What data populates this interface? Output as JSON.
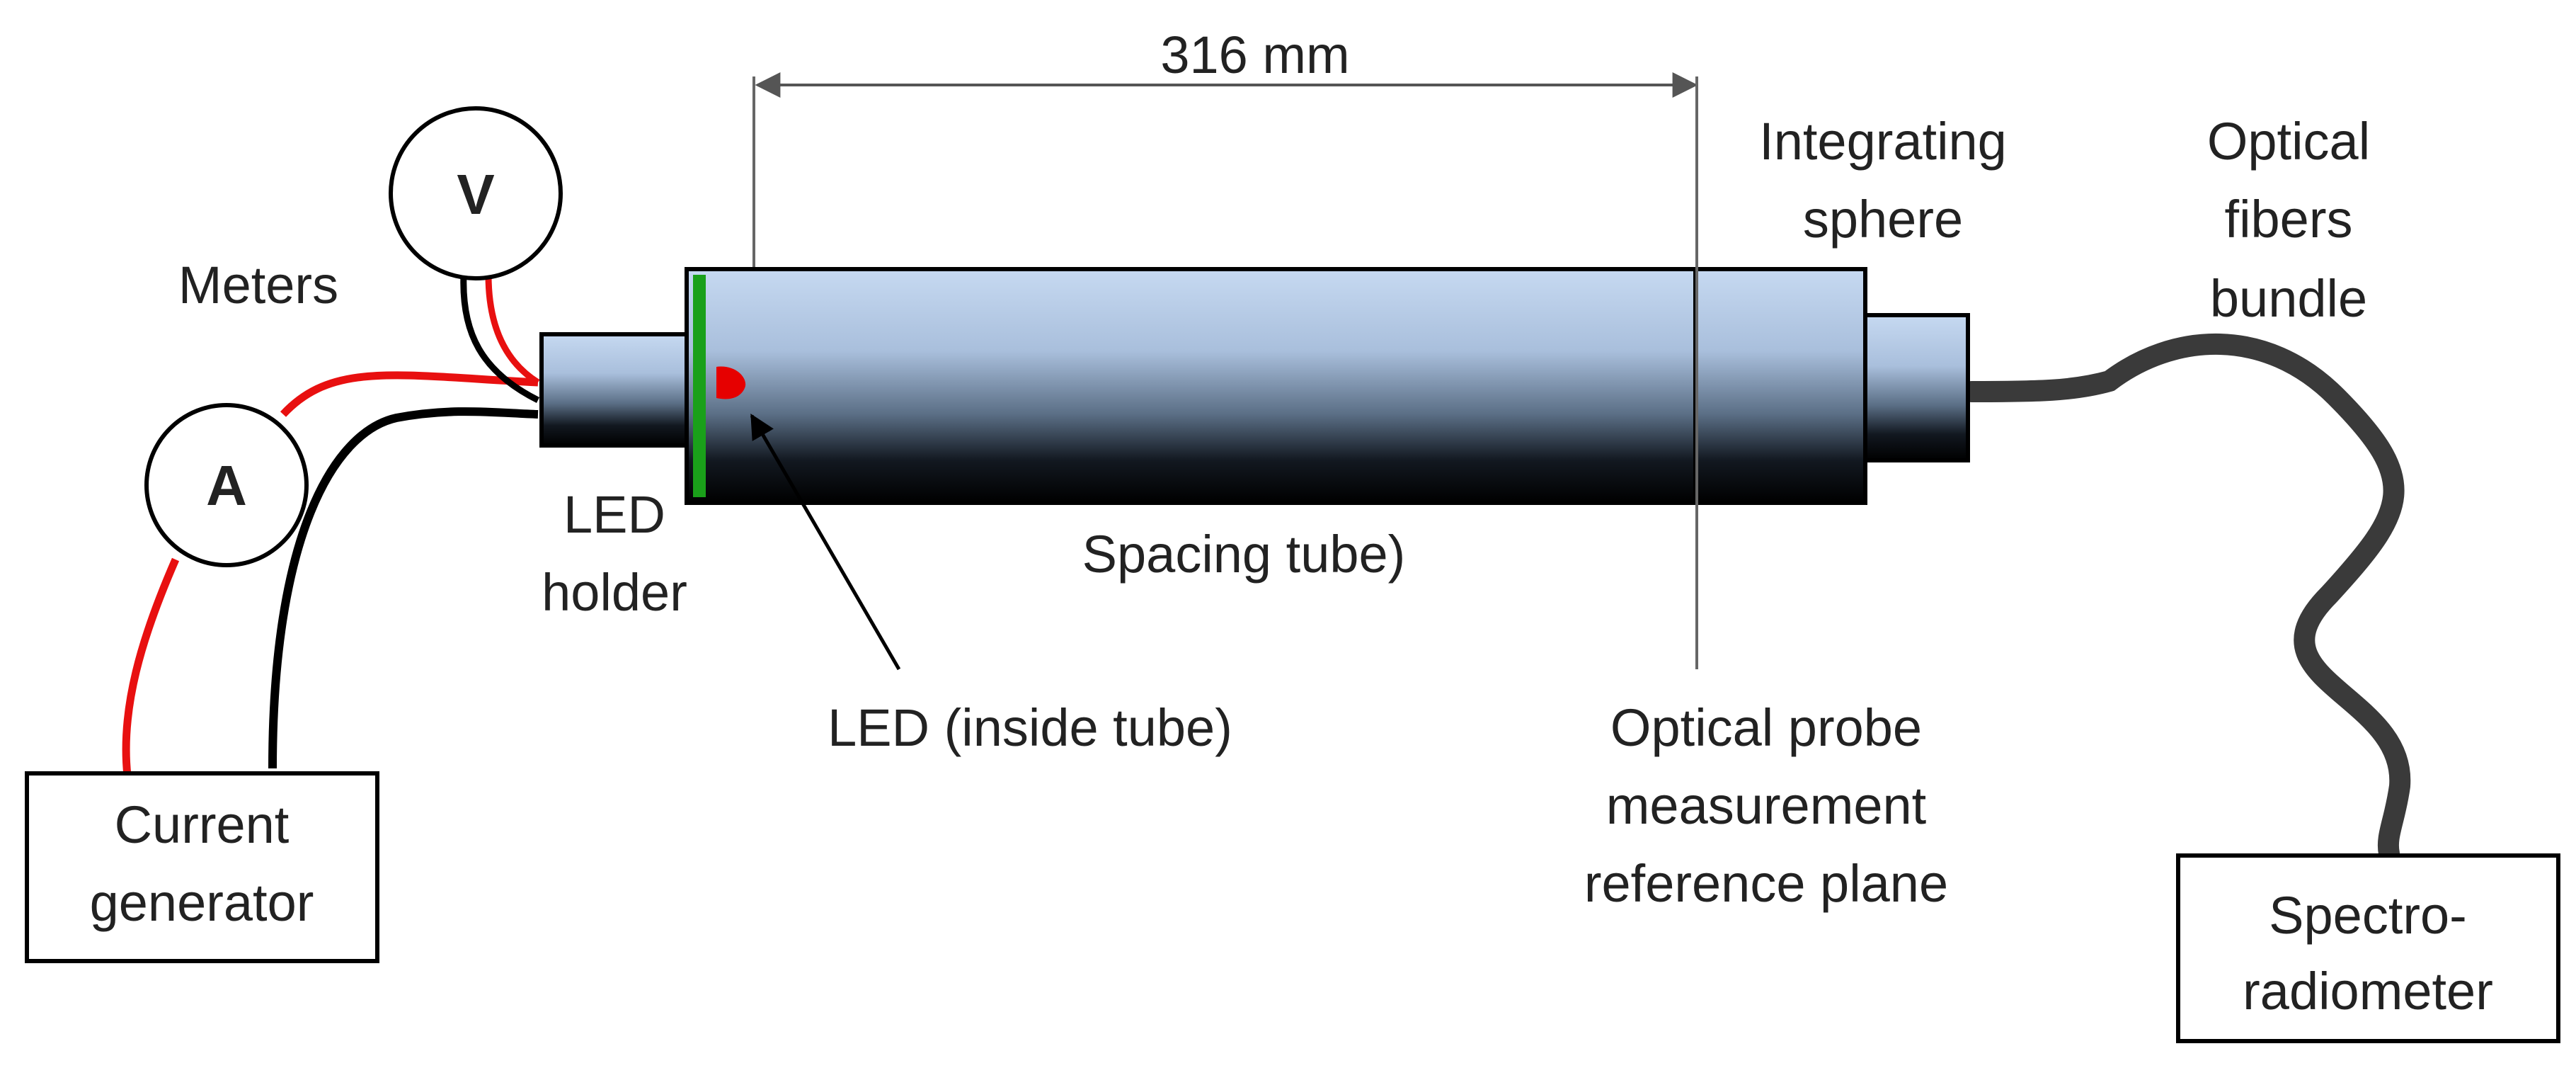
{
  "labels": {
    "dimension": "316 mm",
    "meters": "Meters",
    "voltmeter": "V",
    "ammeter": "A",
    "led_holder_line1": "LED",
    "led_holder_line2": "holder",
    "spacing_tube": "Spacing tube)",
    "led_inside": "LED (inside tube)",
    "integrating_line1": "Integrating",
    "integrating_line2": "sphere",
    "fibers_line1": "Optical",
    "fibers_line2": "fibers",
    "fibers_line3": "bundle",
    "probe_line1": "Optical probe",
    "probe_line2": "measurement",
    "probe_line3": "reference plane",
    "current_line1": "Current",
    "current_line2": "generator",
    "spectro_line1": "Spectro-",
    "spectro_line2": "radiometer"
  },
  "colors": {
    "wire_positive": "#e81010",
    "wire_negative": "#000000",
    "fiber": "#333333",
    "led_gasket": "#1aa01a",
    "led": "#e60000",
    "tube_top": "#c6d9f1",
    "tube_bottom": "#000000"
  }
}
